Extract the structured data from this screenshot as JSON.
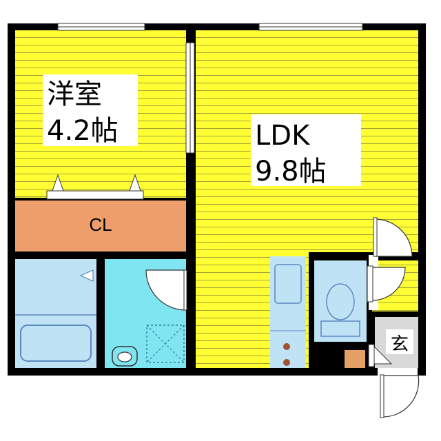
{
  "floor_plan": {
    "rooms": {
      "western_room": {
        "name": "洋室",
        "size": "4.2帖"
      },
      "ldk": {
        "name": "LDK",
        "size": "9.8帖"
      },
      "closet": {
        "name": "CL"
      },
      "entrance": {
        "name": "玄"
      }
    }
  },
  "colors": {
    "floor_wood": "#FFFF33",
    "floor_line": "#8C8C3C",
    "wall": "#000000",
    "closet": "#EE9E6A",
    "wet_area": "#BFE3F5",
    "washroom": "#7FE5F0",
    "entrance_floor": "#D9D9D9",
    "fixture_outline": "#5A88C0",
    "cabinet": "#E5A063",
    "kitchen_knob": "#A0522D"
  }
}
